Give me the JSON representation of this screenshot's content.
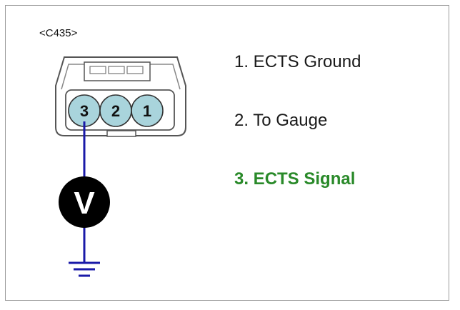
{
  "connector": {
    "id_label": "<C435>",
    "pins": [
      "3",
      "2",
      "1"
    ],
    "measured_pin": "3"
  },
  "meter": {
    "symbol": "V"
  },
  "pin_list": [
    {
      "text": "1. ECTS Ground",
      "highlight": false
    },
    {
      "text": "2. To Gauge",
      "highlight": false
    },
    {
      "text": "3. ECTS Signal",
      "highlight": true
    }
  ],
  "colors": {
    "pin_fill": "#a9d4dc",
    "wire": "#1a1aa8",
    "highlight_text": "#2a8a2a",
    "meter_fill": "#000000"
  }
}
